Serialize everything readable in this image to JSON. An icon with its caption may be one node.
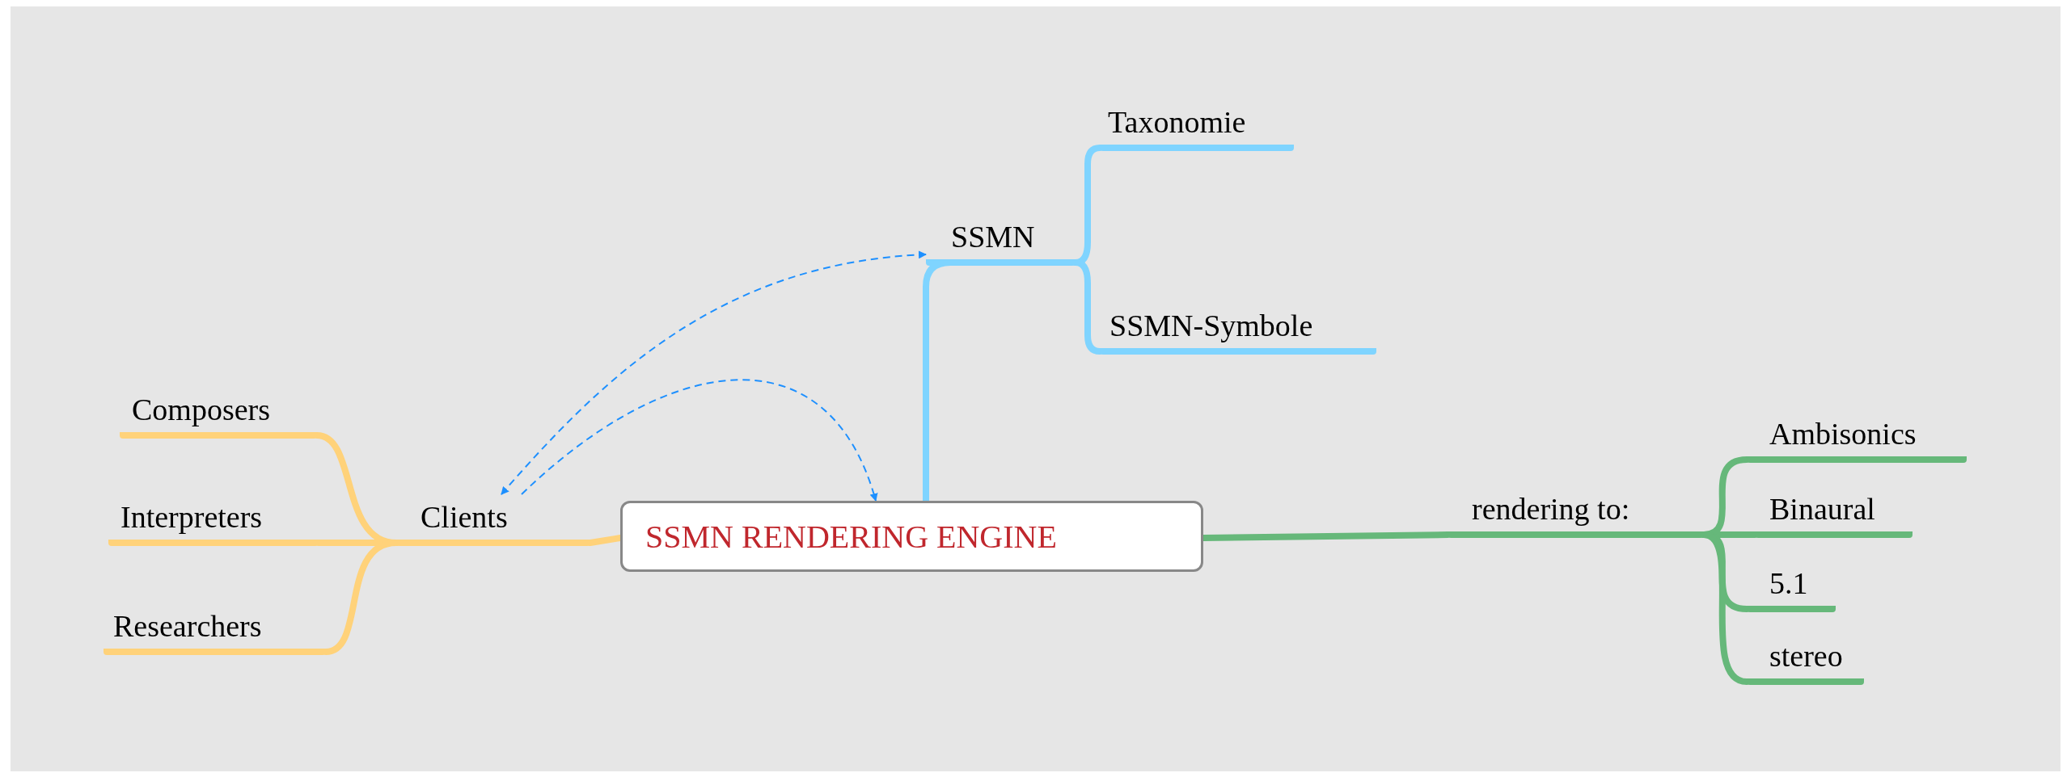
{
  "diagram": {
    "nodes": [
      {
        "text": [
          "SSMN RENDERING ENGINE"
        ]
      },
      {
        "text": [
          "Clients"
        ]
      },
      {
        "text": [
          "Composers"
        ]
      },
      {
        "text": [
          "Interpreters"
        ]
      },
      {
        "text": [
          "Researchers"
        ]
      },
      {
        "text": [
          "SSMN"
        ]
      },
      {
        "text": [
          "Taxonomie"
        ]
      },
      {
        "text": [
          "SSMN-Symbole"
        ]
      },
      {
        "text": [
          "rendering to:"
        ]
      },
      {
        "text": [
          "Ambisonics"
        ]
      },
      {
        "text": [
          "Binaural"
        ]
      },
      {
        "text": [
          "5.1"
        ]
      },
      {
        "text": [
          "stereo"
        ]
      }
    ],
    "edges": [
      {
        "from": 0,
        "to": 1,
        "arrow": "none",
        "color": "#ffd27a"
      },
      {
        "from": 1,
        "to": 2,
        "arrow": "none",
        "color": "#ffd27a"
      },
      {
        "from": 1,
        "to": 3,
        "arrow": "none",
        "color": "#ffd27a"
      },
      {
        "from": 1,
        "to": 4,
        "arrow": "none",
        "color": "#ffd27a"
      },
      {
        "from": 0,
        "to": 5,
        "arrow": "none",
        "color": "#7fd4ff"
      },
      {
        "from": 5,
        "to": 6,
        "arrow": "none",
        "color": "#7fd4ff"
      },
      {
        "from": 5,
        "to": 7,
        "arrow": "none",
        "color": "#7fd4ff"
      },
      {
        "from": 0,
        "to": 8,
        "arrow": "none",
        "color": "#66b87a"
      },
      {
        "from": 8,
        "to": 9,
        "arrow": "none",
        "color": "#66b87a"
      },
      {
        "from": 8,
        "to": 10,
        "arrow": "none",
        "color": "#66b87a"
      },
      {
        "from": 8,
        "to": 11,
        "arrow": "none",
        "color": "#66b87a"
      },
      {
        "from": 8,
        "to": 12,
        "arrow": "none",
        "color": "#66b87a"
      },
      {
        "from": 1,
        "to": 5,
        "arrow": "both",
        "style": "dashed",
        "color": "#1e90ff"
      },
      {
        "from": 1,
        "to": 0,
        "arrow": "to",
        "style": "dashed",
        "color": "#1e90ff"
      }
    ]
  }
}
